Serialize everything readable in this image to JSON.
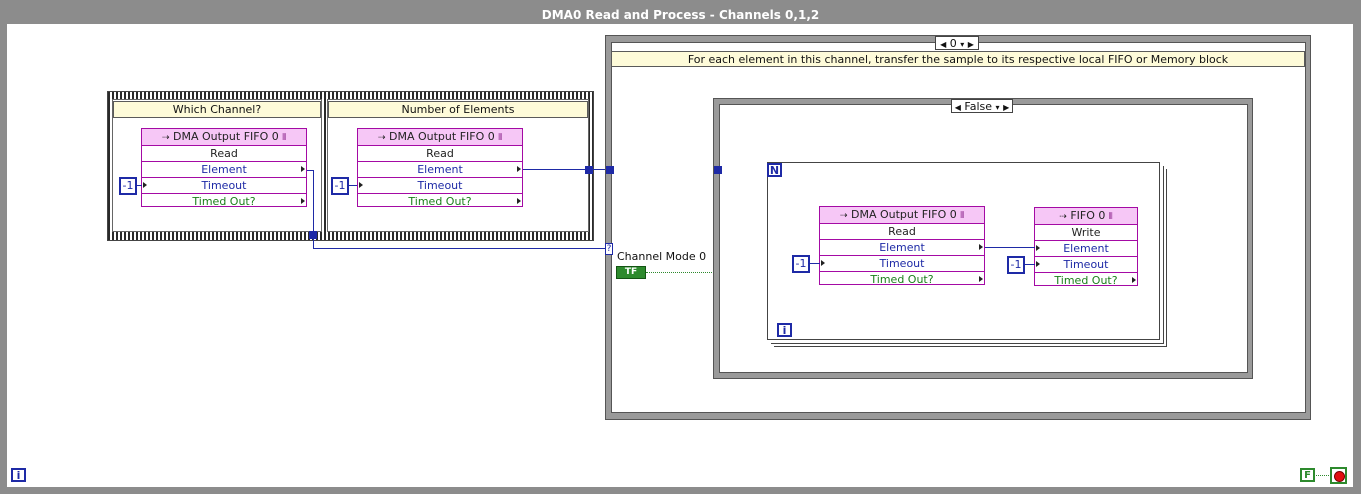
{
  "window": {
    "title": "DMA0 Read and Process - Channels 0,1,2"
  },
  "sequence": {
    "frames": [
      {
        "label": "Which Channel?",
        "node": {
          "title": "DMA Output FIFO 0",
          "rows": [
            "Read",
            "Element",
            "Timeout",
            "Timed Out?"
          ]
        },
        "timeout_const": "-1"
      },
      {
        "label": "Number of Elements",
        "node": {
          "title": "DMA Output FIFO 0",
          "rows": [
            "Read",
            "Element",
            "Timeout",
            "Timed Out?"
          ]
        },
        "timeout_const": "-1"
      }
    ]
  },
  "case_outer": {
    "selector": "0",
    "comment": "For each element in this channel, transfer the sample to its respective local FIFO or Memory block",
    "channel_mode_label": "Channel Mode 0",
    "channel_mode_const": "TF",
    "tunnel_mark": "?"
  },
  "case_inner": {
    "selector": "False",
    "for_loop": {
      "count_terminal": "N",
      "iteration_terminal": "i",
      "read_node": {
        "title": "DMA Output FIFO 0",
        "rows": [
          "Read",
          "Element",
          "Timeout",
          "Timed Out?"
        ],
        "timeout_const": "-1"
      },
      "write_node": {
        "title": "FIFO 0",
        "rows": [
          "Write",
          "Element",
          "Timeout",
          "Timed Out?"
        ],
        "timeout_const": "-1"
      }
    }
  },
  "while_loop": {
    "iteration_terminal": "i",
    "stop_const": "F"
  },
  "colors": {
    "wire_int": "#1e2aa6",
    "wire_bool": "#2d8a2d",
    "fpga_node": "#a40aa4",
    "frame_label_bg": "#fefbd9"
  }
}
